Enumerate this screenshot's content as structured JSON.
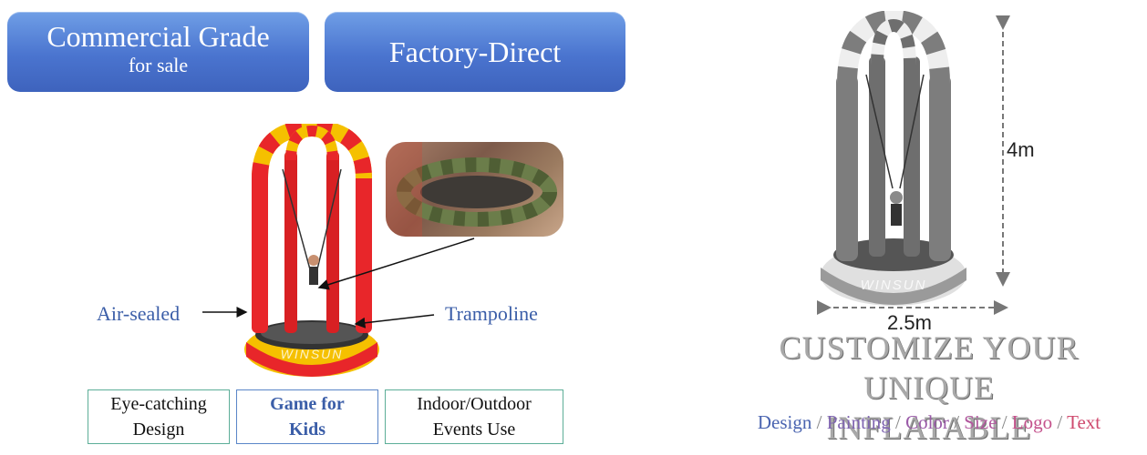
{
  "badges": {
    "commercial_big": "Commercial Grade",
    "commercial_small": "for sale",
    "factory": "Factory-Direct"
  },
  "callouts": {
    "air_sealed": "Air-sealed",
    "trampoline": "Trampoline"
  },
  "features": [
    {
      "line1": "Eye-catching",
      "line2": "Design"
    },
    {
      "line1": "Game for",
      "line2": "Kids"
    },
    {
      "line1": "Indoor/Outdoor",
      "line2": "Events Use"
    }
  ],
  "logo_text": "WINSUN",
  "dimensions": {
    "height": "4m",
    "width": "2.5m"
  },
  "headline": {
    "line1": "CUSTOMIZE YOUR UNIQUE",
    "line2": "INFLATABLE"
  },
  "options": {
    "items": [
      {
        "text": "Design",
        "color": "#4a64b0"
      },
      {
        "text": "Painting",
        "color": "#7e63b0"
      },
      {
        "text": "Color",
        "color": "#9a5aa8"
      },
      {
        "text": "Size",
        "color": "#b2579e"
      },
      {
        "text": "Logo",
        "color": "#c4528c"
      },
      {
        "text": "Text",
        "color": "#cf4a6e"
      }
    ],
    "separator": " / "
  },
  "colors": {
    "tube_red": "#e8262a",
    "tube_yellow": "#f5c000",
    "badge_blue": "#4a74cf",
    "box_green": "#5cae98"
  }
}
